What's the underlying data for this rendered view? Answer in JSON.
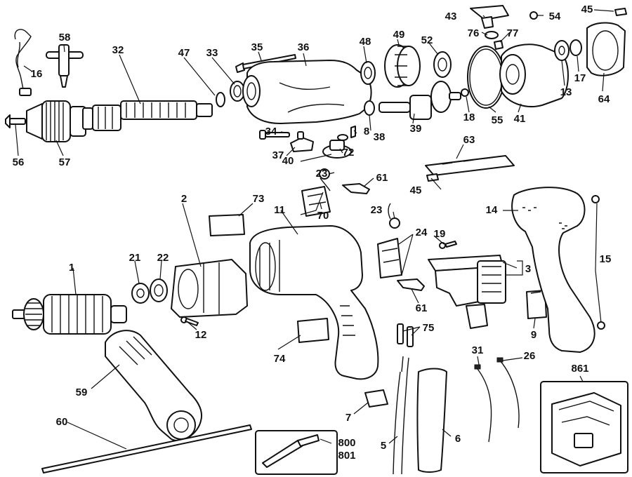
{
  "diagram": {
    "callouts": {
      "p1": "1",
      "p2": "2",
      "p3": "3",
      "p5": "5",
      "p6": "6",
      "p7": "7",
      "p8": "8",
      "p9": "9",
      "p11": "11",
      "p12": "12",
      "p13": "13",
      "p14": "14",
      "p15": "15",
      "p16": "16",
      "p17": "17",
      "p18": "18",
      "p19": "19",
      "p21": "21",
      "p22": "22",
      "p23a": "23",
      "p23b": "23",
      "p24": "24",
      "p26": "26",
      "p31": "31",
      "p32": "32",
      "p33": "33",
      "p34": "34",
      "p35": "35",
      "p36": "36",
      "p37": "37",
      "p38": "38",
      "p39": "39",
      "p40": "40",
      "p41": "41",
      "p43": "43",
      "p45a": "45",
      "p45b": "45",
      "p47": "47",
      "p48": "48",
      "p49": "49",
      "p52": "52",
      "p54": "54",
      "p55": "55",
      "p56": "56",
      "p57": "57",
      "p58": "58",
      "p59": "59",
      "p60": "60",
      "p61a": "61",
      "p61b": "61",
      "p63": "63",
      "p64": "64",
      "p70": "70",
      "p72": "72",
      "p73": "73",
      "p74": "74",
      "p75": "75",
      "p76": "76",
      "p77": "77",
      "p800": "800",
      "p801": "801",
      "p861": "861"
    }
  }
}
